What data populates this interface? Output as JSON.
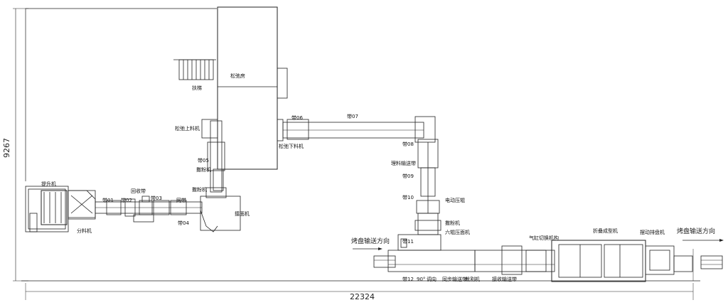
{
  "dimensions": {
    "height": "9267",
    "width": "22324"
  },
  "directions": {
    "left": "烤盘输送方向",
    "right": "烤盘输送方向"
  },
  "labels": {
    "tishengji": "提升机",
    "fenliaoji": "分料机",
    "dai01": "带01",
    "dai02": "带02",
    "huishoudai": "回收带",
    "dai03": "带03",
    "dai04": "带04",
    "hengdai": "网带",
    "xiaomianji": "撒粉机",
    "leimianji": "擂面机",
    "songchiji_top": "松弛房",
    "futi": "扶梯",
    "shangliaoji": "松弛上料机",
    "dai05": "带05",
    "sajiji": "撒粉机",
    "xialiaoji": "松弛下料机",
    "dai06": "带06",
    "dai07": "带07",
    "dai08": "带08",
    "lipianshusong": "理料输送带",
    "dai09": "带09",
    "dai10": "带10",
    "diandongyagun": "电动压辊",
    "sajiji2": "撒粉机",
    "liugunyapianji": "六辊压面机",
    "dai11": "带11",
    "dai12": "带12",
    "jiaodu": "90°",
    "zhuanxiang": "调向",
    "tongbulvdai": "同步输送带",
    "qiegeji": "裁割机",
    "jiesu": "接收输送带",
    "qiqieqie": "气缸切换机构",
    "zhedie": "折叠成型机",
    "baidong": "摆动排盘机"
  }
}
